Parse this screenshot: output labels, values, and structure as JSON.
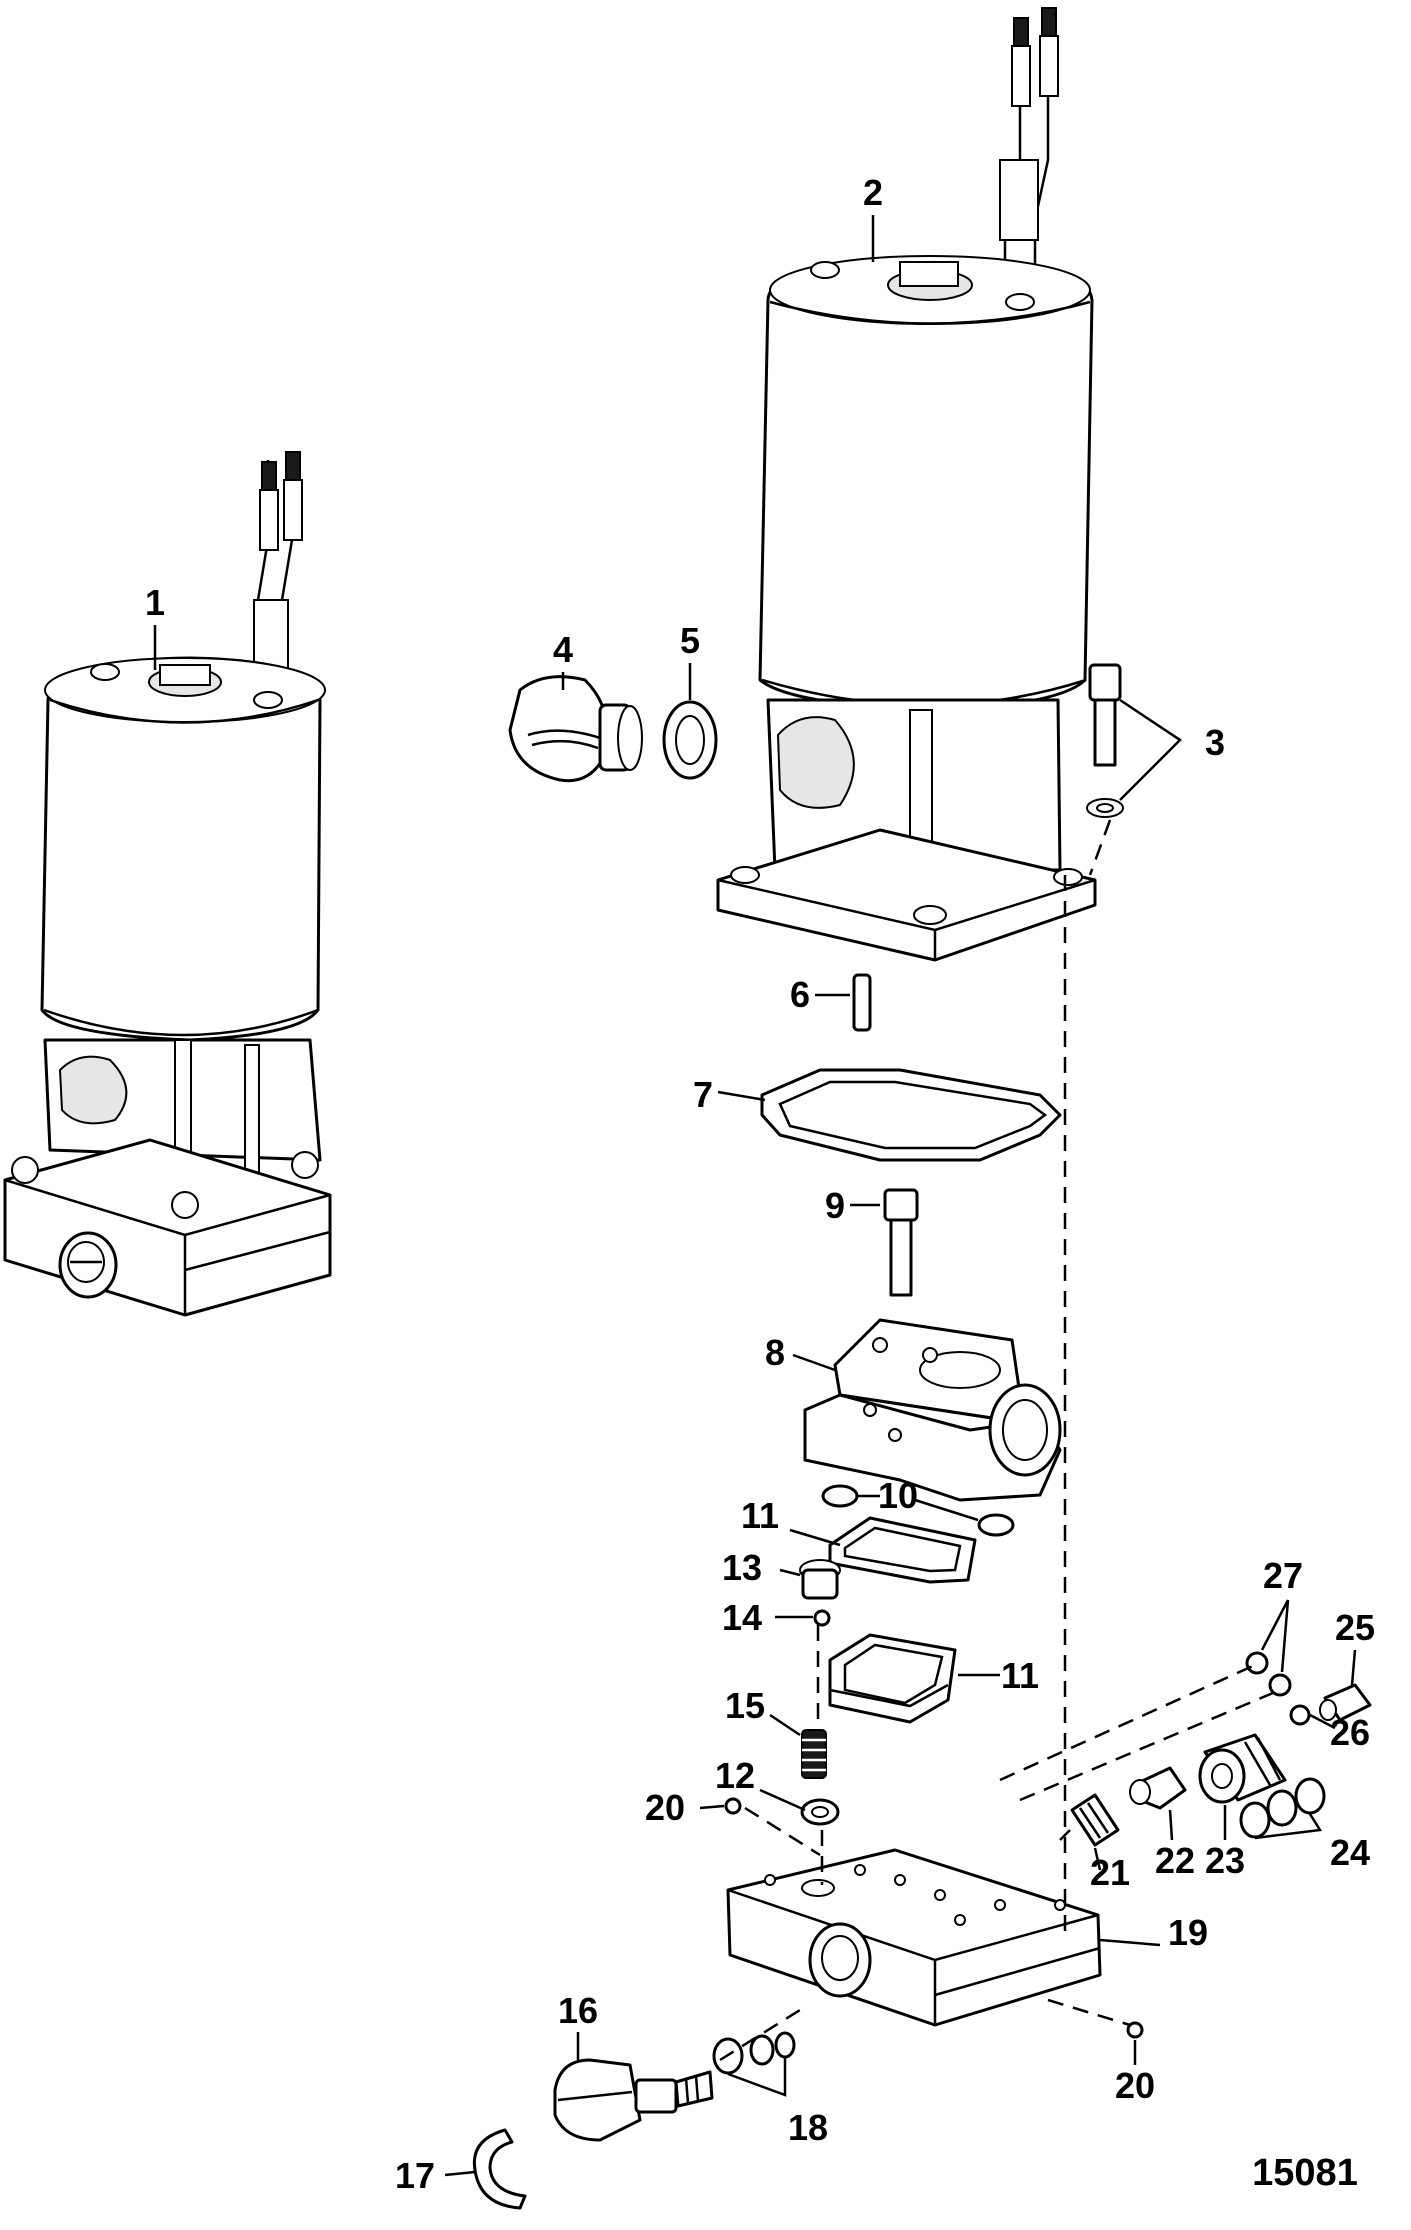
{
  "figure_number": "15081",
  "callouts": [
    "1",
    "2",
    "3",
    "4",
    "5",
    "6",
    "7",
    "8",
    "9",
    "10",
    "11",
    "11",
    "12",
    "13",
    "14",
    "15",
    "16",
    "17",
    "18",
    "19",
    "20",
    "20",
    "21",
    "22",
    "23",
    "24",
    "25",
    "26",
    "27"
  ]
}
